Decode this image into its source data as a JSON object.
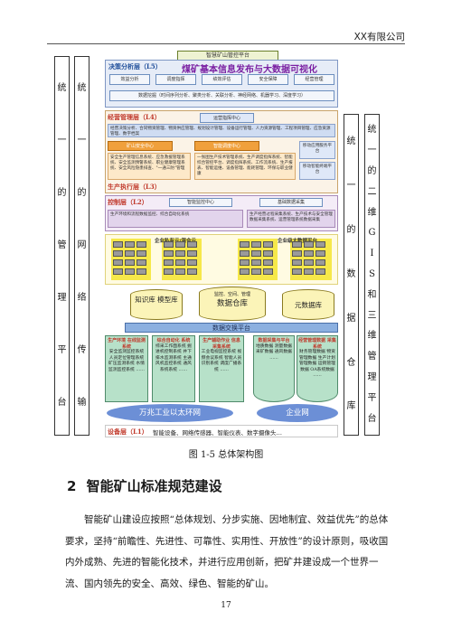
{
  "header": {
    "company": "XX有限公司"
  },
  "figure": {
    "platform_title": "智慧矿山管控平台",
    "left_col1": [
      "统",
      "一",
      "的",
      "管",
      "理",
      "平",
      "台"
    ],
    "left_col2": [
      "统",
      "一",
      "的",
      "网",
      "络",
      "传",
      "输"
    ],
    "right_col1": [
      "统",
      "一",
      "的",
      "数",
      "据",
      "仓",
      "库"
    ],
    "right_col2": [
      "统",
      "一",
      "的",
      "二",
      "维",
      "G",
      "I",
      "S",
      "和",
      "三",
      "维",
      "管",
      "理",
      "平",
      "台"
    ],
    "layer5": {
      "label": "决策分析层（L5）",
      "title": "煤矿基本信息发布与大数据可视化",
      "pills": [
        "效益分析",
        "调度指挥",
        "绩效评估",
        "安全保障",
        "经营管理"
      ],
      "analysis": "数据挖掘（时间序列分析、聚类分析、关联分析、神经网络、机器学习、深度学习）"
    },
    "layer4": {
      "label": "经营管理层（L4）",
      "center": "运营指挥中心",
      "desc": "经营决策分析、合同物资管理、物资供应管理、规划设计管理、设备运行管理、人力资源管理、工程项目管理、应急资源管理、数字档案",
      "sub_left": "矿山安全中心",
      "sub_mid": "智能调度中心",
      "sub_right_1": "移动应用服务平台",
      "sub_right_2": "移动智能终端平台",
      "left_text": "安全生产管理信息系统、应急救援管理系统、安全监测预警系统、职业健康管理系统、安全风险隐患排查、\"一通三防\"管理",
      "mid_text": "一张图生产技术管理系统、生产调度指挥系统、智能综合管控平台、调度指挥系统、工作流系统、生产报表、智能运维、设备管理、能耗管理、环保与职业健康"
    },
    "layer3": {
      "label": "生产执行层（L3）",
      "control_label": "控制层（L2）",
      "ctrl_center": "智能监控中心",
      "data_center": "基础数据采集",
      "ctrl_desc": "生产环境和流程数据监控、综合自动化系统",
      "data_desc": "生产经营过程采集系统、生产技术与安全管理数据采集系统、运营管理系统数据采集",
      "platform_left": "企业私有云/混合云",
      "platform_right": "企业级大数据平台"
    },
    "databases": [
      "知识库 模型库",
      "数据仓库",
      "元数据库"
    ],
    "db_mid_top": "监控、空间、管理",
    "exchange": "数据交换平台",
    "green_boxes": [
      {
        "title": "生产环境 在线监测系统",
        "text": "安全监测监控系统 人员定位管理系统 矿压监测系统 水情监测监控系统 ……"
      },
      {
        "title": "综合自动化 系统",
        "text": "综采工作面系统 掘进机控制系统 井下排水监测系统 主通风机监控系统 通风系统系统 ……"
      },
      {
        "title": "生产辅助作业 信息采集系统",
        "text": "工业电视监控系统 视频会议系统 智能人员识别系统 调度广播系统 ……"
      },
      {
        "title": "数据采集与平台",
        "text": "地质数据 测量数据 采矿数据 通风数据 ……"
      },
      {
        "title": "经营管理数据 采集系统",
        "text": "财务管理数据 物资管理数据 生产计划管理数据 运销管理数据 OA系统数据 ……"
      }
    ],
    "net_left": "万兆工业以太环网",
    "net_right": "企业网",
    "device_label": "设备层（L1）",
    "device_text": "智能设备、网络传感器、智能仪表、数字摄像头…"
  },
  "caption": "图 1-5 总体架构图",
  "section": {
    "number": "2",
    "title": "智能矿山标准规范建设"
  },
  "paragraph": "智能矿山建设应按照“总体规划、分步实施、因地制宜、效益优先”的总体要求，坚持“前瞻性、先进性、可靠性、实用性、开放性”的设计原则，吸收国内外成熟、先进的智能化技术，并进行应用创新，把矿井建设成一个世界一流、国内领先的安全、高效、绿色、智能的矿山。",
  "page_number": "17"
}
